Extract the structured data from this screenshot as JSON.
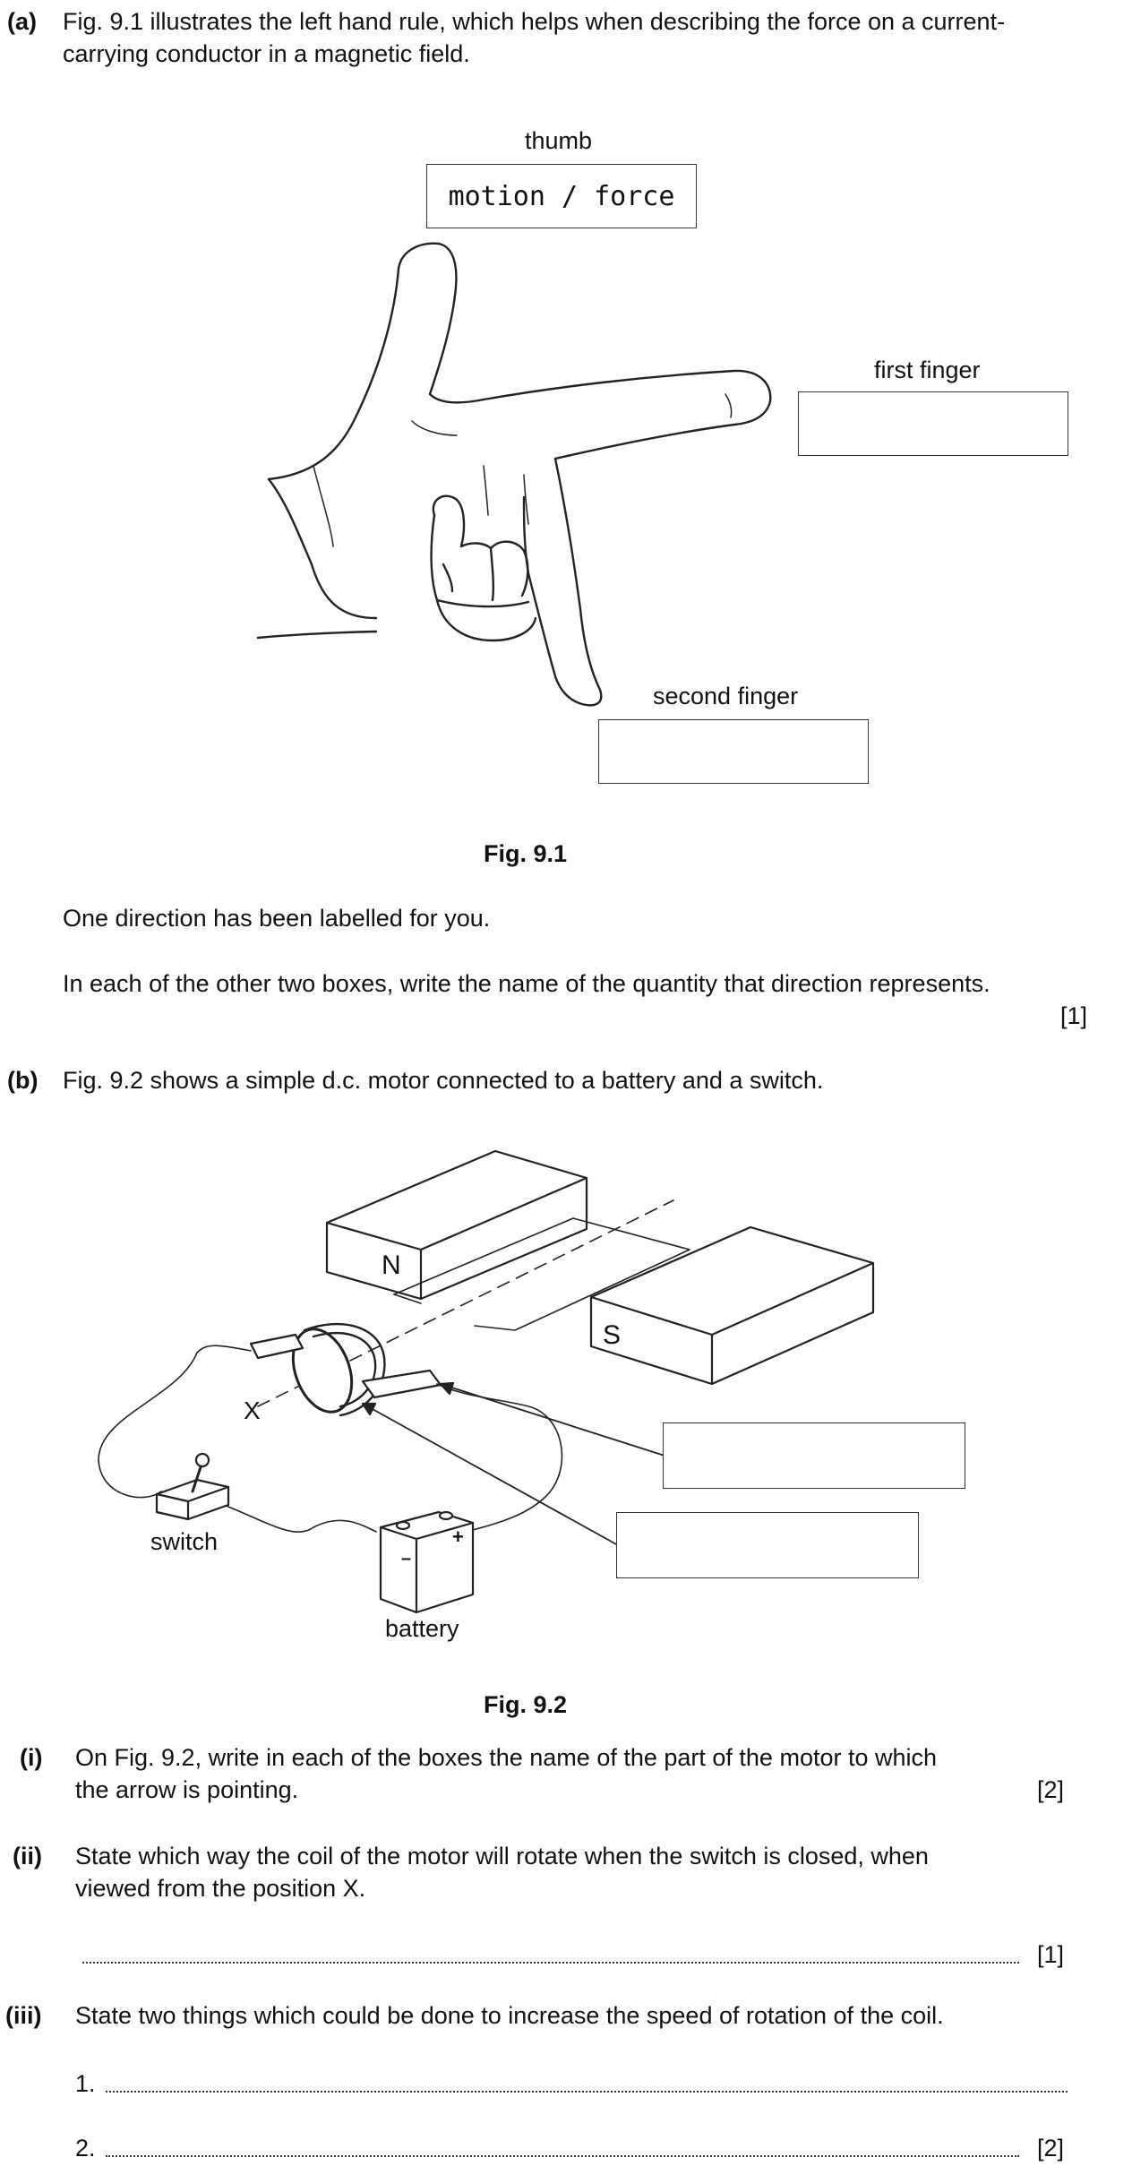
{
  "part_a": {
    "label": "(a)",
    "intro_line1": "Fig. 9.1 illustrates the left hand rule, which helps when describing the force on a current-",
    "intro_line2": "carrying conductor in a magnetic field.",
    "thumb_label": "thumb",
    "thumb_box_text": "motion / force",
    "first_finger_label": "first finger",
    "second_finger_label": "second finger",
    "fig_caption": "Fig. 9.1",
    "instruction1": "One direction has been labelled for you.",
    "instruction2": "In each of the other two boxes, write the name of the quantity that direction represents.",
    "marks": "[1]"
  },
  "part_b": {
    "label": "(b)",
    "intro": "Fig. 9.2 shows a simple d.c. motor connected to a battery and a switch.",
    "magnet_n": "N",
    "magnet_s": "S",
    "label_x": "X",
    "switch_label": "switch",
    "battery_label": "battery",
    "battery_minus": "–",
    "battery_plus": "+",
    "fig_caption": "Fig. 9.2",
    "q1": {
      "num": "(i)",
      "line1": "On Fig. 9.2, write in each of the boxes the name of the part of the motor to which",
      "line2": "the arrow is pointing.",
      "marks": "[2]"
    },
    "q2": {
      "num": "(ii)",
      "line1": "State which way the coil of the motor will rotate when the switch is closed, when",
      "line2": "viewed from the position X.",
      "marks": "[1]"
    },
    "q3": {
      "num": "(iii)",
      "line1": "State two things which could be done to increase the speed of rotation of the coil.",
      "answer1_num": "1.",
      "answer2_num": "2.",
      "marks": "[2]"
    }
  }
}
